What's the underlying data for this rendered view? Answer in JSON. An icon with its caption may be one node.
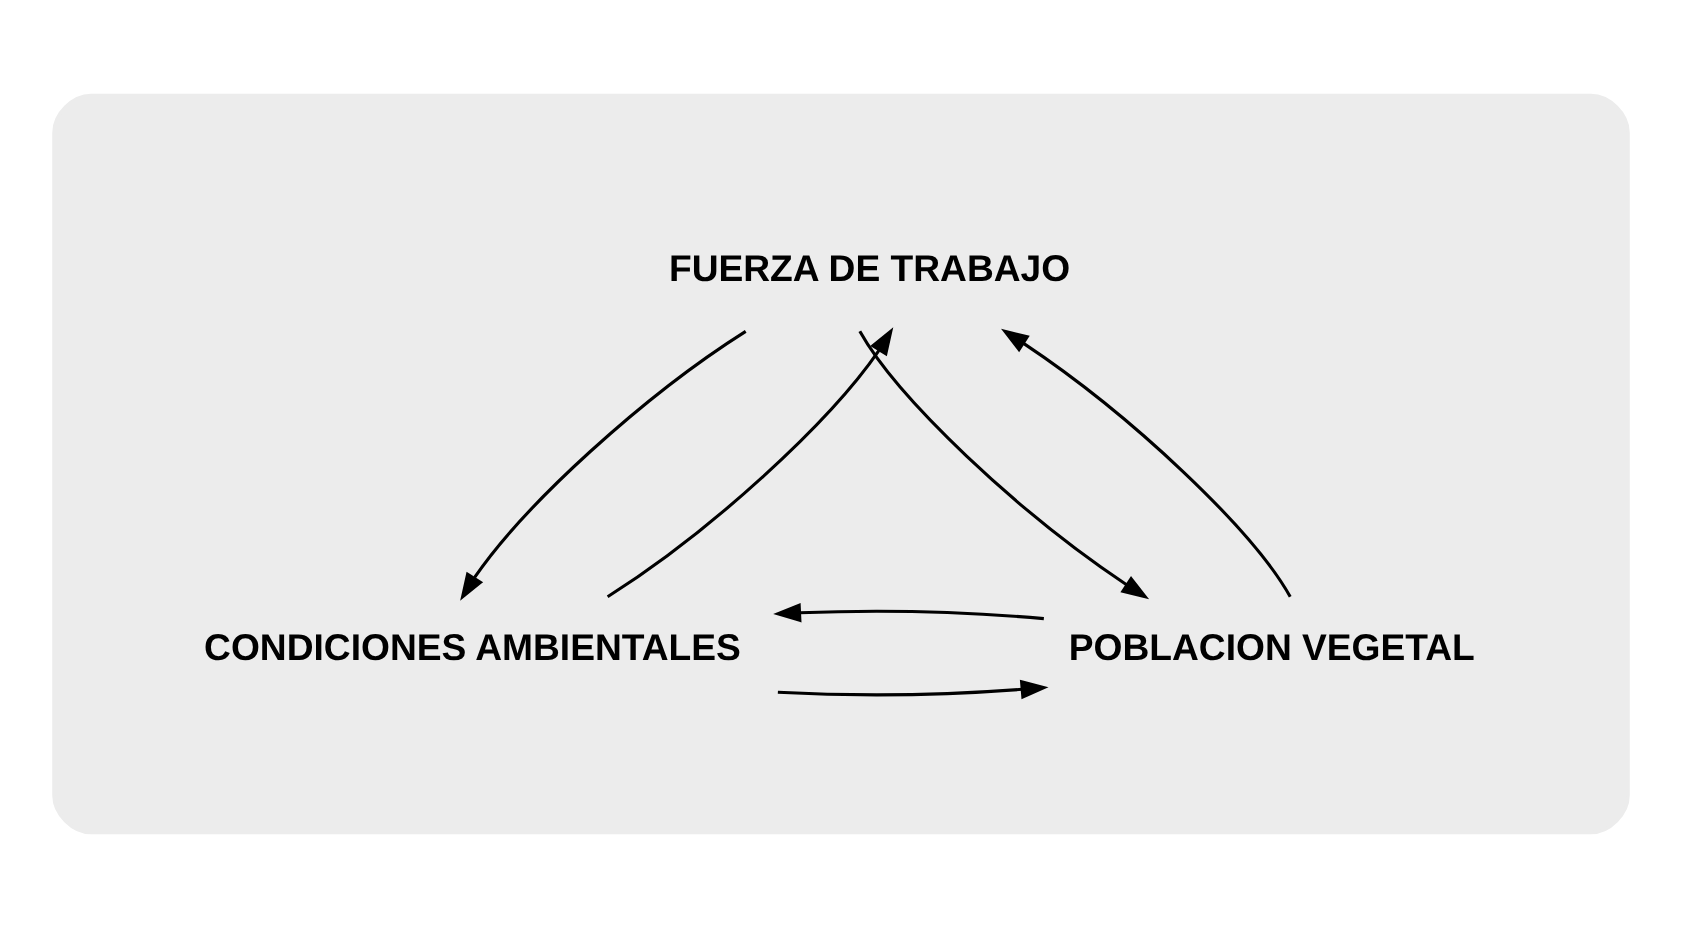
{
  "diagram": {
    "nodes": [
      {
        "text": [],
        "shape": "ellipse"
      },
      {
        "text": [
          "FUERZA DE TRABAJO"
        ],
        "in": 0
      },
      {
        "text": [
          "CONDICIONES AMBIENTALES"
        ],
        "in": 0
      },
      {
        "text": [
          "POBLACION VEGETAL"
        ],
        "in": 0
      }
    ],
    "edges": [
      {
        "from": 2,
        "to": 1,
        "arrow": "to"
      },
      {
        "from": 1,
        "to": 2,
        "arrow": "to"
      },
      {
        "from": 3,
        "to": 1,
        "arrow": "to"
      },
      {
        "from": 1,
        "to": 3,
        "arrow": "to"
      },
      {
        "from": 2,
        "to": 3,
        "arrow": "to"
      },
      {
        "from": 3,
        "to": 2,
        "arrow": "to"
      }
    ]
  }
}
